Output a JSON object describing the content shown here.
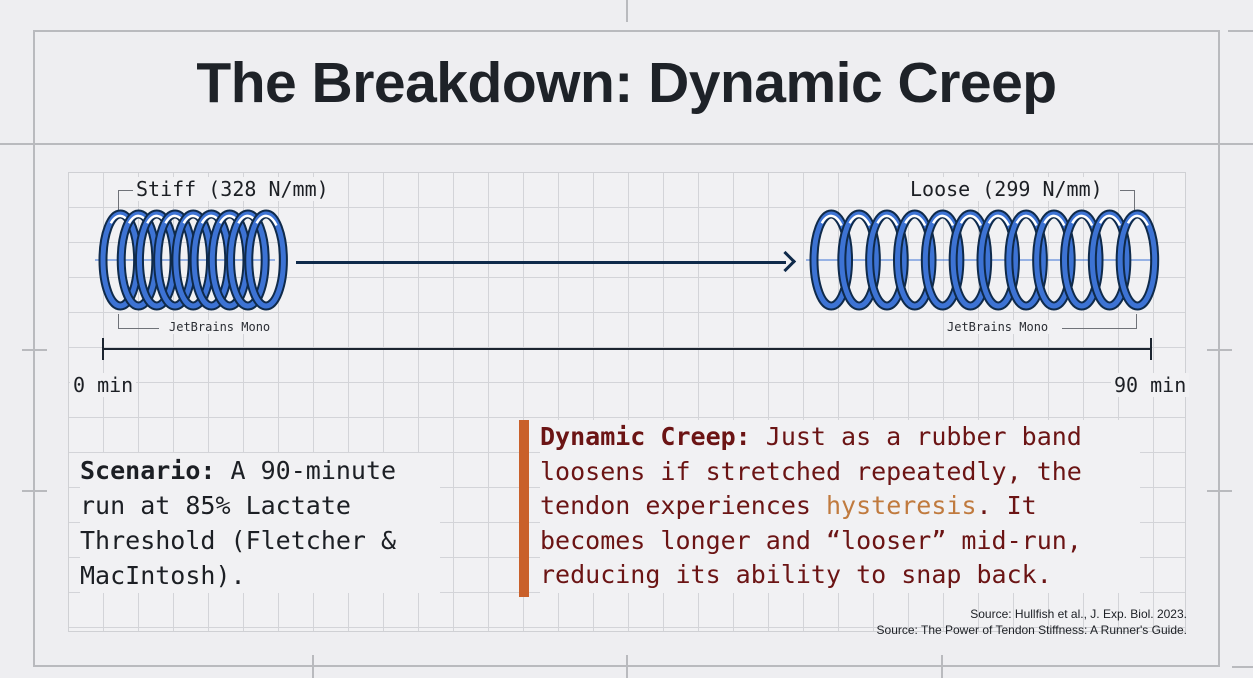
{
  "title": "The Breakdown: Dynamic Creep",
  "springs": {
    "stiff": {
      "label": "Stiff (328 N/mm)",
      "caption": "JetBrains Mono",
      "coils": 9
    },
    "loose": {
      "label": "Loose (299 N/mm)",
      "caption": "JetBrains Mono",
      "coils": 12
    }
  },
  "timeline": {
    "start_label": "0 min",
    "end_label": "90 min"
  },
  "scenario": {
    "heading": "Scenario:",
    "body": " A 90-minute run at 85% Lactate Threshold (Fletcher & MacIntosh)."
  },
  "creep": {
    "heading": "Dynamic Creep:",
    "body_before": " Just as a rubber band loosens if stretched repeatedly, the tendon experiences ",
    "highlight": "hysteresis",
    "body_after": ". It becomes longer and “looser” mid-run, reducing its ability to snap back."
  },
  "sources": [
    "Source: Hullfish et al., J. Exp. Biol. 2023.",
    "Source: The Power of Tendon Stiffness: A Runner's Guide."
  ],
  "colors": {
    "background": "#eeeef1",
    "spring_outline": "#0f2a4a",
    "spring_fill": "#3d73d4",
    "spring_highlight": "#ffffff",
    "accent_bar": "#c9602a",
    "creep_text": "#6b1414",
    "highlight_text": "#c07a3e"
  }
}
